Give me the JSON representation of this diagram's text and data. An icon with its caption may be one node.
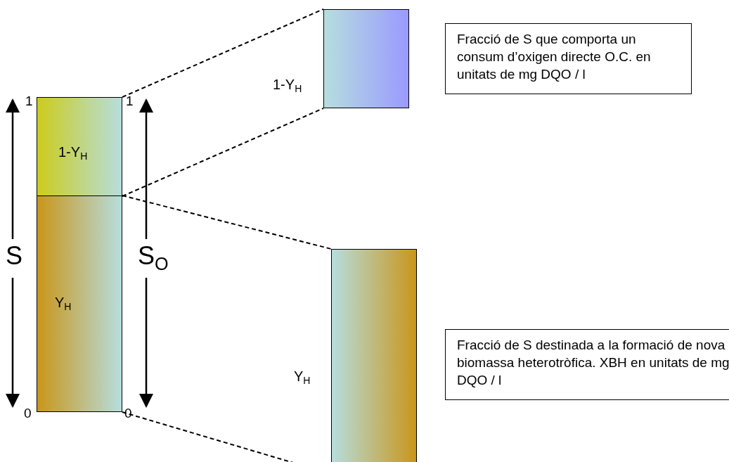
{
  "diagram": {
    "nodes": [
      {
        "text": [
          "1-Y$_{H}$"
        ]
      },
      {
        "text": [
          "Y$_{H}$"
        ]
      },
      {
        "text": [],
        "shape": "box",
        "beside": [
          "1-Y$_{H}$"
        ]
      },
      {
        "text": [],
        "shape": "box",
        "beside": [
          "Y$_{H}$"
        ]
      },
      {
        "text": [
          "Fracció de S que comporta un consum d’oxigen directe O.C.  en unitats de mg DQO / l"
        ]
      },
      {
        "text": [
          "Fracció de S destinada a la formació de nova biomassa heterotròfica. XBH  en unitats de mg DQO / l"
        ]
      }
    ],
    "edges": [
      {
        "from": 0,
        "to": 2,
        "arrow": "none",
        "style": "dashed"
      },
      {
        "from": 0,
        "to": 2,
        "arrow": "none",
        "style": "dashed"
      },
      {
        "from": 1,
        "to": 3,
        "arrow": "none",
        "style": "dashed"
      },
      {
        "from": 1,
        "to": 3,
        "arrow": "none",
        "style": "dashed"
      }
    ],
    "labels": [
      "1",
      "1",
      "S",
      "S$_{O}$",
      "0",
      "0"
    ]
  }
}
